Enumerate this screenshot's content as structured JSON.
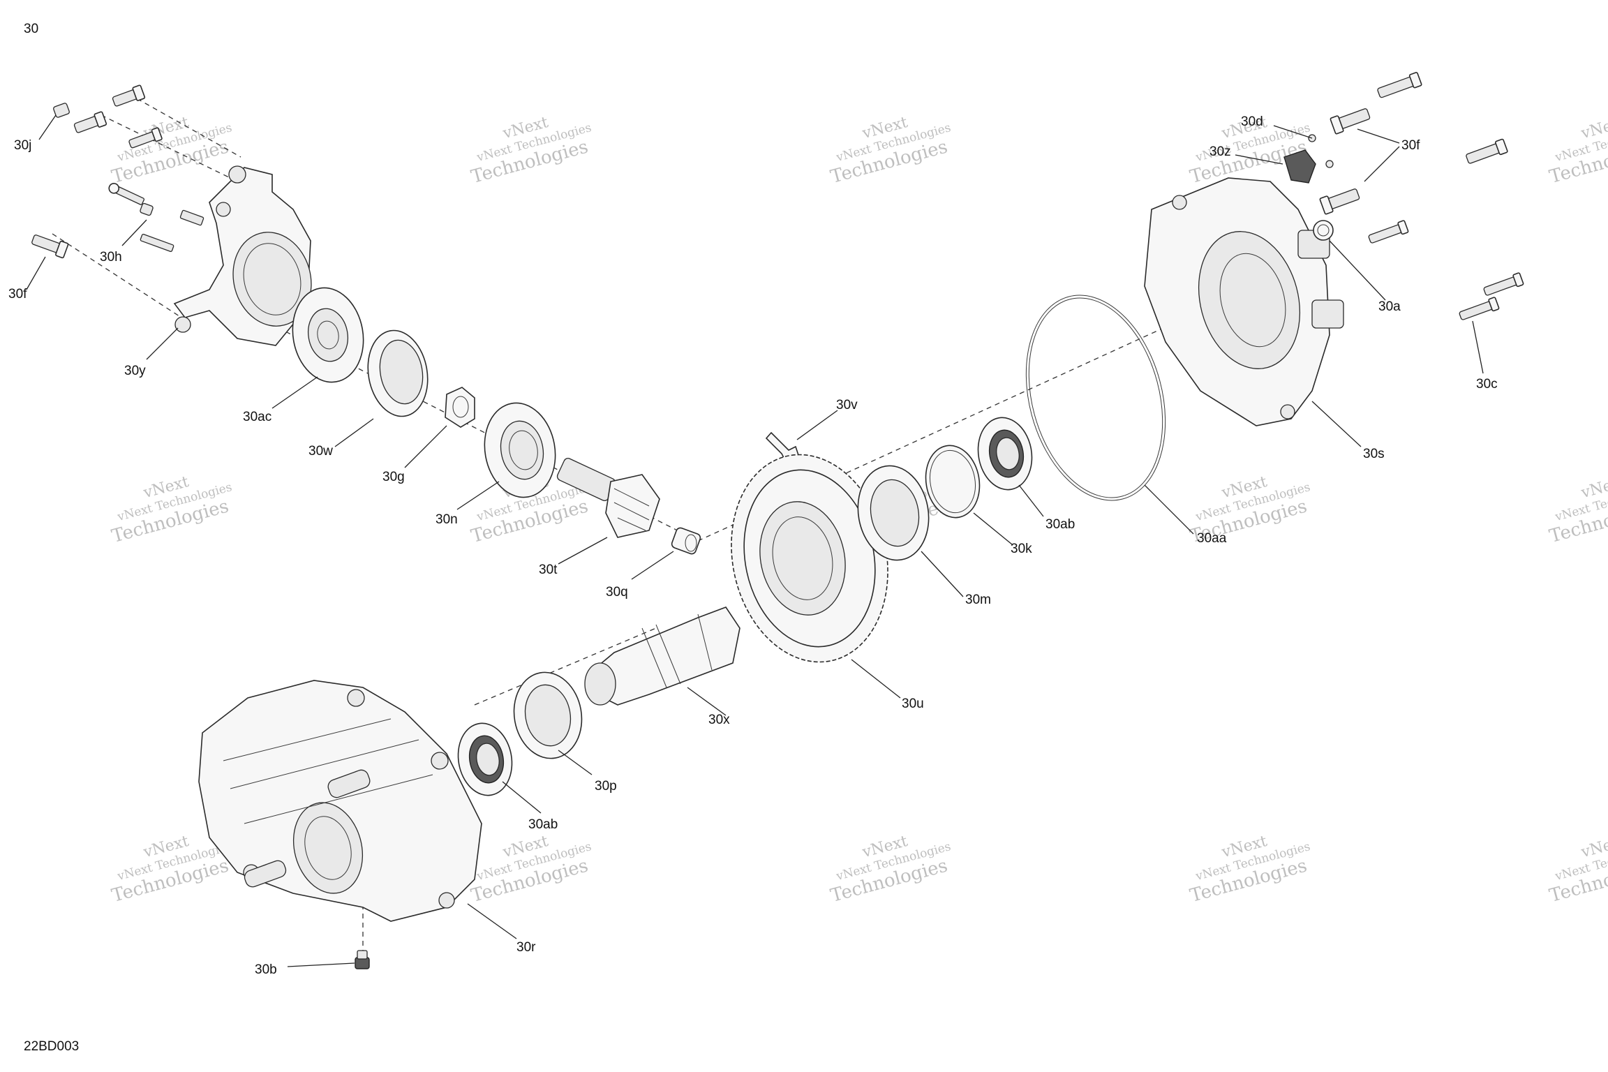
{
  "diagram": {
    "figure_id": "30",
    "drawing_number": "22BD003",
    "watermark": [
      "vNext",
      "vNext Technologies",
      "Technologies"
    ],
    "callouts": [
      "30j",
      "30f",
      "30h",
      "30y",
      "30ac",
      "30w",
      "30g",
      "30n",
      "30t",
      "30q",
      "30x",
      "30u",
      "30m",
      "30k",
      "30ab",
      "30aa",
      "30s",
      "30c",
      "30a",
      "30f",
      "30z",
      "30d",
      "30v",
      "30p",
      "30ab",
      "30r",
      "30b"
    ]
  }
}
